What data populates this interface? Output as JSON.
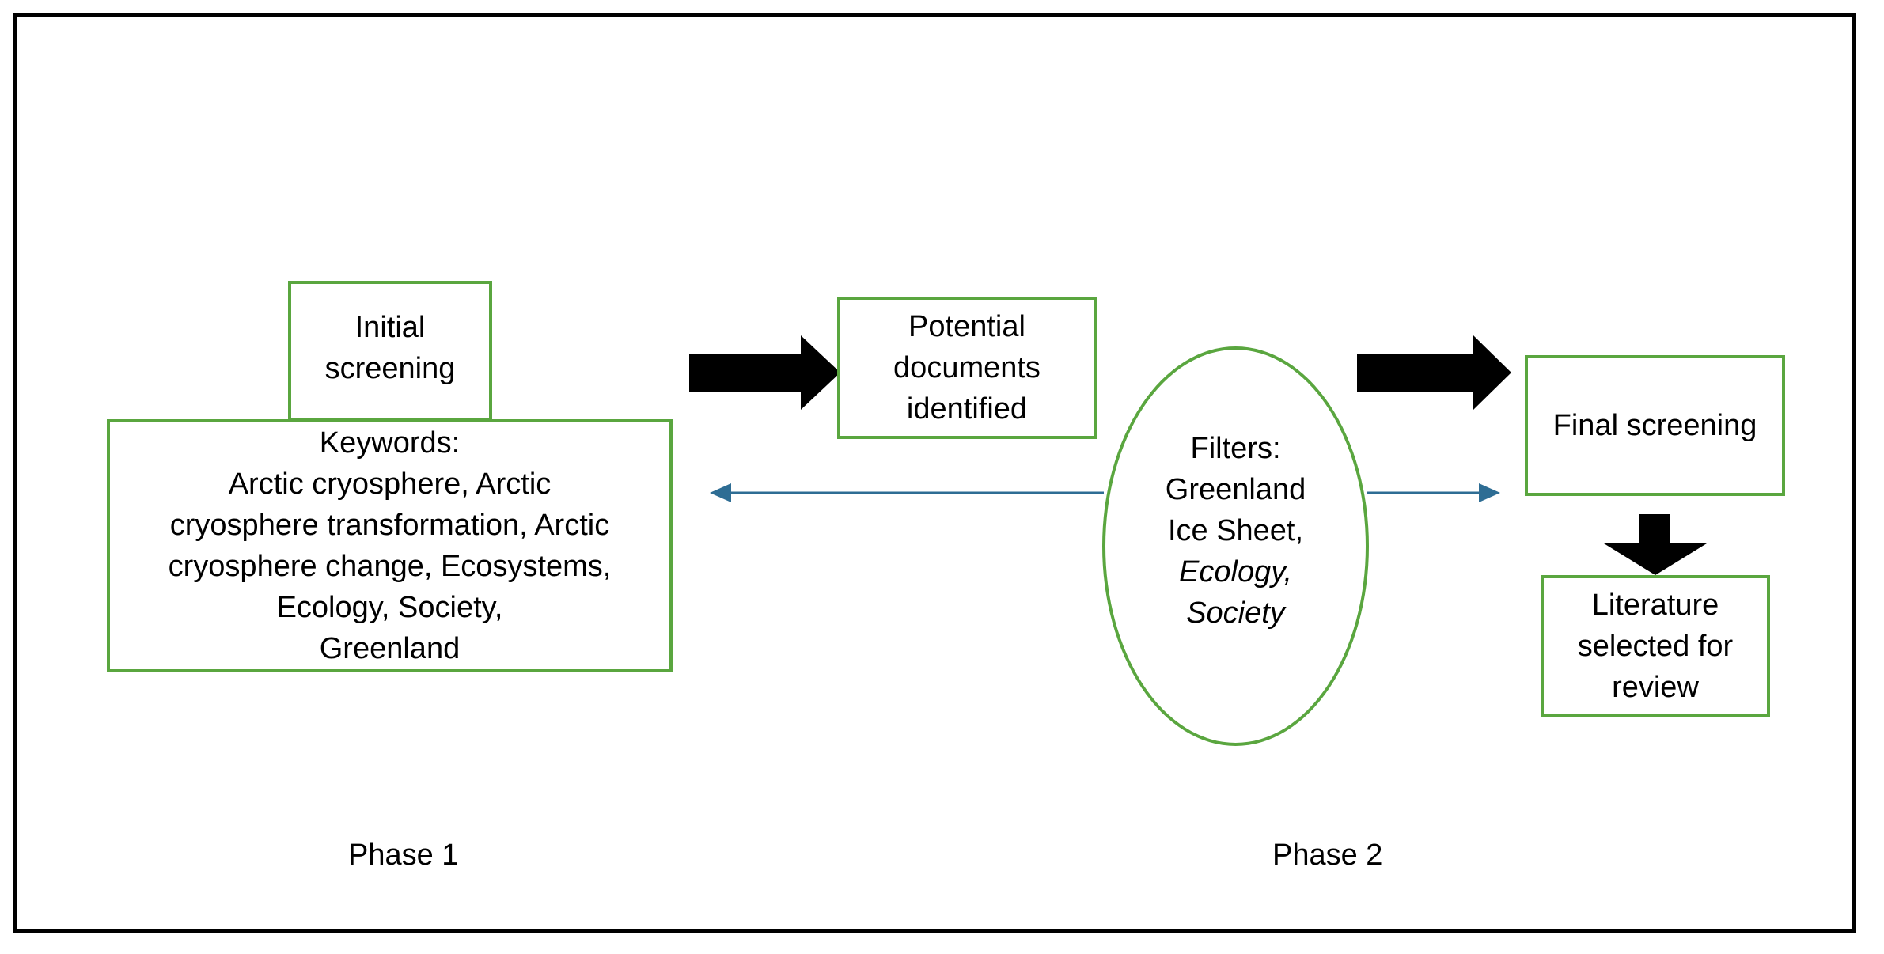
{
  "boxes": {
    "initial_screening": [
      "Initial",
      "screening"
    ],
    "keywords": [
      "Keywords:",
      "Arctic cryosphere, Arctic",
      "cryosphere transformation, Arctic",
      "cryosphere change, Ecosystems,",
      "Ecology, Society,",
      "Greenland"
    ],
    "potential_documents": [
      "Potential",
      "documents",
      "identified"
    ],
    "final_screening": "Final screening",
    "literature_selected": [
      "Literature",
      "selected for",
      "review"
    ]
  },
  "filters": {
    "line1": "Filters:",
    "line2": "Greenland",
    "line3": "Ice Sheet,",
    "line4": "Ecology,",
    "line5": "Society"
  },
  "phases": {
    "phase1": "Phase 1",
    "phase2": "Phase 2"
  },
  "colors": {
    "box_border": "#5aa63f",
    "connector": "#2e6d94",
    "arrow": "#000000"
  }
}
